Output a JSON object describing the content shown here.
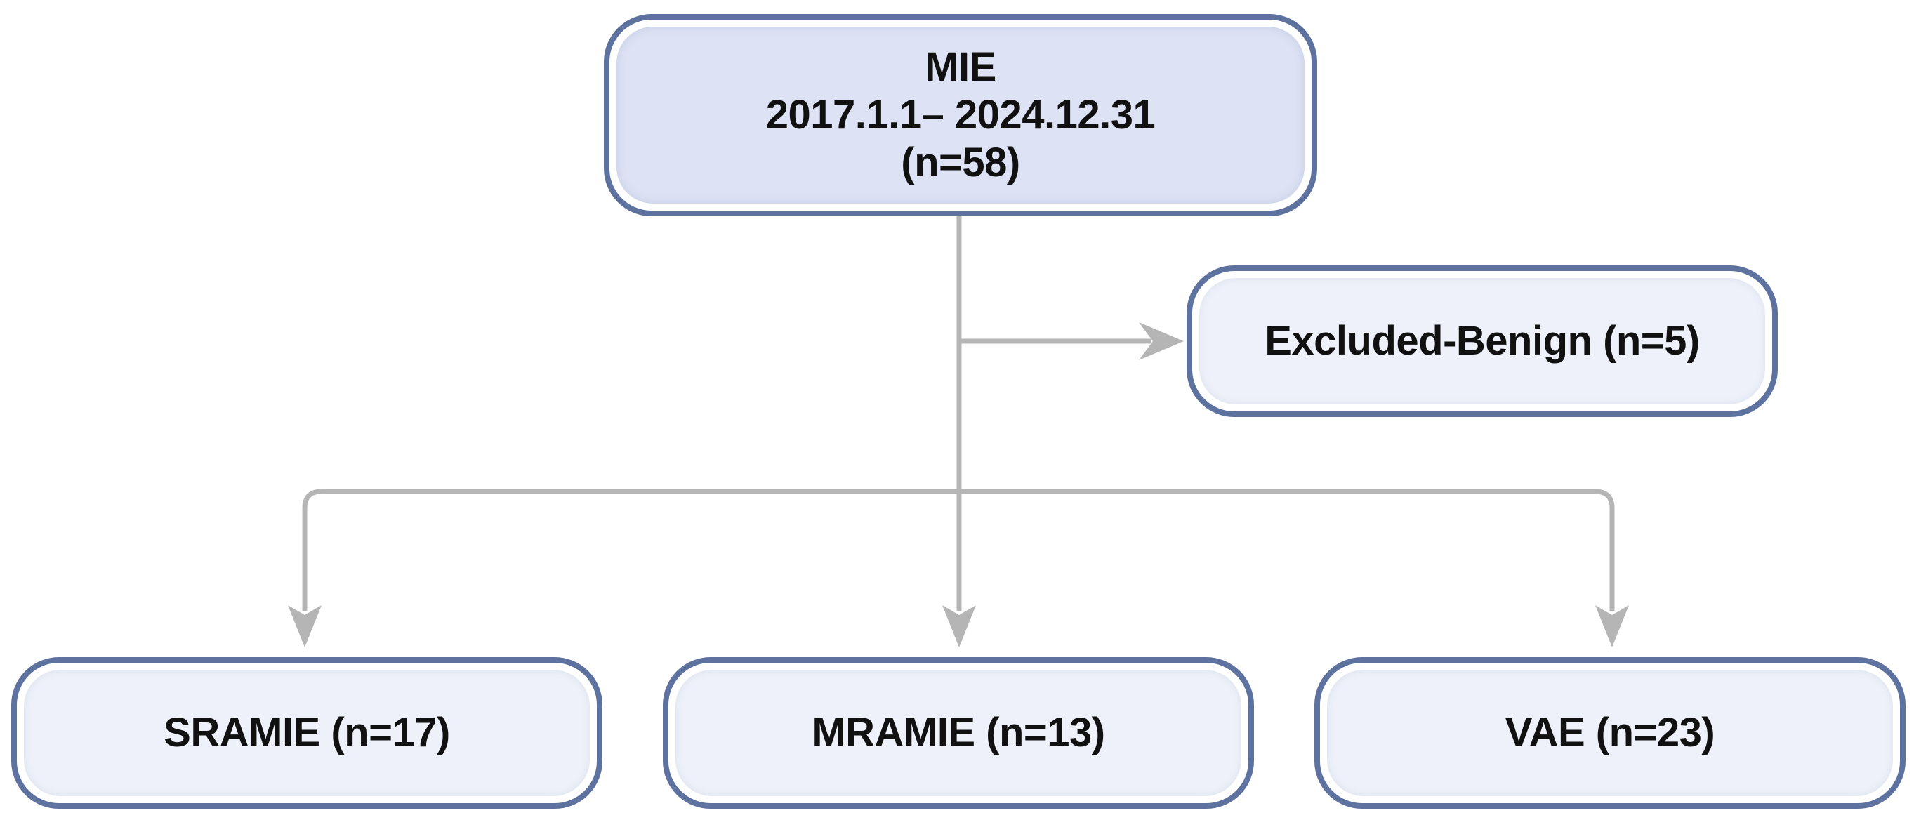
{
  "diagram": {
    "top": {
      "line1": "MIE",
      "line2": "2017.1.1– 2024.12.31",
      "line3": "(n=58)"
    },
    "excluded": {
      "label": "Excluded-Benign (n=5)"
    },
    "groups": [
      {
        "label": "SRAMIE (n=17)"
      },
      {
        "label": "MRAMIE (n=13)"
      },
      {
        "label": "VAE (n=23)"
      }
    ]
  },
  "colors": {
    "box_border": "#5e72a0",
    "top_fill": "#dde2f4",
    "leaf_fill": "#eef1f9",
    "connector": "#b5b5b5"
  }
}
